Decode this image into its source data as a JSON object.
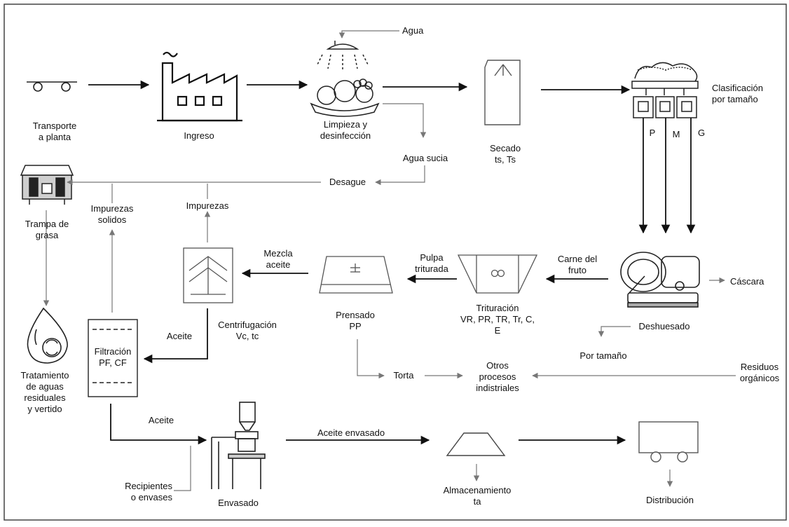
{
  "diagram": {
    "nodes": [
      {
        "id": "transporte",
        "lines": [
          "Transporte",
          "a planta"
        ],
        "icon": "conveyor-icon"
      },
      {
        "id": "ingreso",
        "lines": [
          "Ingreso"
        ],
        "icon": "factory-icon"
      },
      {
        "id": "limpieza",
        "lines": [
          "Limpieza  y",
          "desinfección"
        ],
        "icon": "washing-icon"
      },
      {
        "id": "secado",
        "lines": [
          "Secado",
          "ts, Ts"
        ],
        "icon": "dryer-icon"
      },
      {
        "id": "clasificacion",
        "lines": [
          "Clasificación",
          "por tamaño"
        ],
        "icon": "sorter-icon"
      },
      {
        "id": "trampa",
        "lines": [
          "Trampa de",
          "grasa"
        ],
        "icon": "grease-trap-icon"
      },
      {
        "id": "tratamiento",
        "lines": [
          "Tratamiento",
          "de aguas",
          "residuales",
          "y vertido"
        ],
        "icon": "water-treatment-icon"
      },
      {
        "id": "filtracion",
        "lines": [
          "Filtración",
          "PF, CF"
        ],
        "icon": "filter-icon"
      },
      {
        "id": "centrifugacion",
        "lines": [
          "Centrifugación",
          "Vc, tc"
        ],
        "icon": "centrifuge-icon"
      },
      {
        "id": "prensado",
        "lines": [
          "Prensado",
          "PP"
        ],
        "icon": "press-icon"
      },
      {
        "id": "trituracion",
        "lines": [
          "Trituración",
          "VR, PR, TR, Tr, C,",
          "E"
        ],
        "icon": "crusher-icon"
      },
      {
        "id": "deshuesado",
        "lines": [
          "Deshuesado"
        ],
        "icon": "pitting-machine-icon"
      },
      {
        "id": "otros",
        "lines": [
          "Otros",
          "procesos",
          "indistriales"
        ]
      },
      {
        "id": "envasado",
        "lines": [
          "Envasado"
        ],
        "icon": "filling-machine-icon"
      },
      {
        "id": "almacenamiento",
        "lines": [
          "Almacenamiento",
          "ta"
        ],
        "icon": "storage-icon"
      },
      {
        "id": "distribucion",
        "lines": [
          "Distribución"
        ],
        "icon": "truck-icon"
      }
    ],
    "flow_labels": {
      "agua": "Agua",
      "agua_sucia": "Agua sucia",
      "desague": "Desague",
      "impurezas_solidos": [
        "Impurezas",
        "solidos"
      ],
      "impurezas": "Impurezas",
      "mezcla_aceite": [
        "Mezcla",
        "aceite"
      ],
      "pulpa_triturada": [
        "Pulpa",
        "triturada"
      ],
      "carne_fruto": [
        "Carne del",
        "fruto"
      ],
      "cascara": "Cáscara",
      "aceite_centrifuga": "Aceite",
      "aceite_filtracion": "Aceite",
      "torta": "Torta",
      "por_tamano": "Por tamaño",
      "residuos": [
        "Residuos",
        "orgánicos"
      ],
      "aceite_envasado": "Aceite envasado",
      "recipientes": [
        "Recipientes",
        "o envases"
      ]
    },
    "size_classes": [
      "P",
      "M",
      "G"
    ]
  }
}
